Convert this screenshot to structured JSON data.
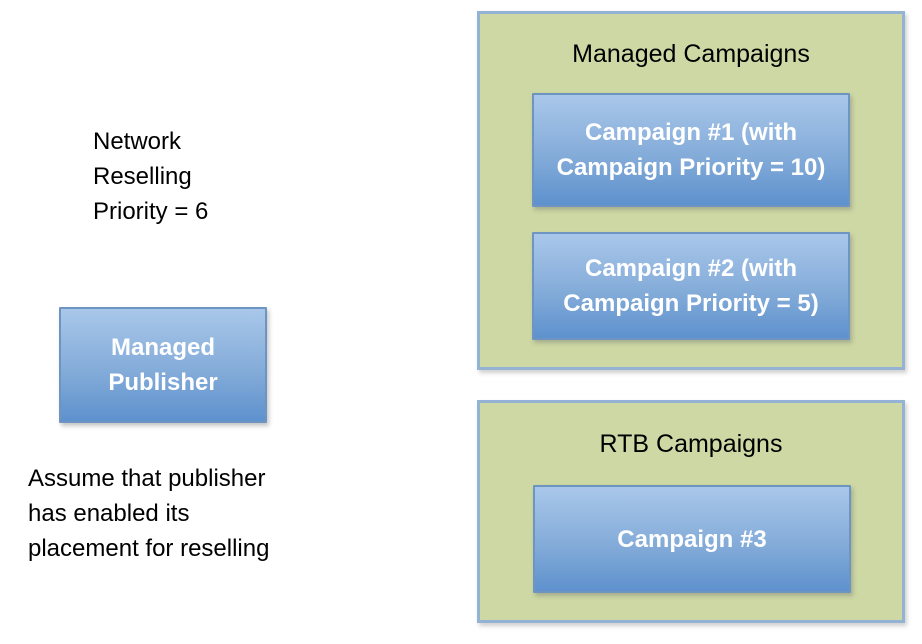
{
  "colors": {
    "container_fill": "#cdd8a4",
    "container_border": "#94b2d4",
    "box_gradient_top": "#a9c7ea",
    "box_gradient_bottom": "#5e91cd",
    "box_border": "#6e95c1",
    "text_dark": "#000000",
    "box_text": "#ffffff"
  },
  "left_panel": {
    "network_note": "Network\nReselling\nPriority = 6",
    "publisher_box_label": "Managed\nPublisher",
    "assumption_note": "Assume that publisher\nhas enabled its\nplacement for reselling"
  },
  "managed_campaigns_group": {
    "title": "Managed Campaigns",
    "campaigns": [
      {
        "label": "Campaign #1 (with\nCampaign Priority = 10)"
      },
      {
        "label": "Campaign #2 (with\nCampaign Priority = 5)"
      }
    ]
  },
  "rtb_campaigns_group": {
    "title": "RTB Campaigns",
    "campaigns": [
      {
        "label": "Campaign #3"
      }
    ]
  }
}
